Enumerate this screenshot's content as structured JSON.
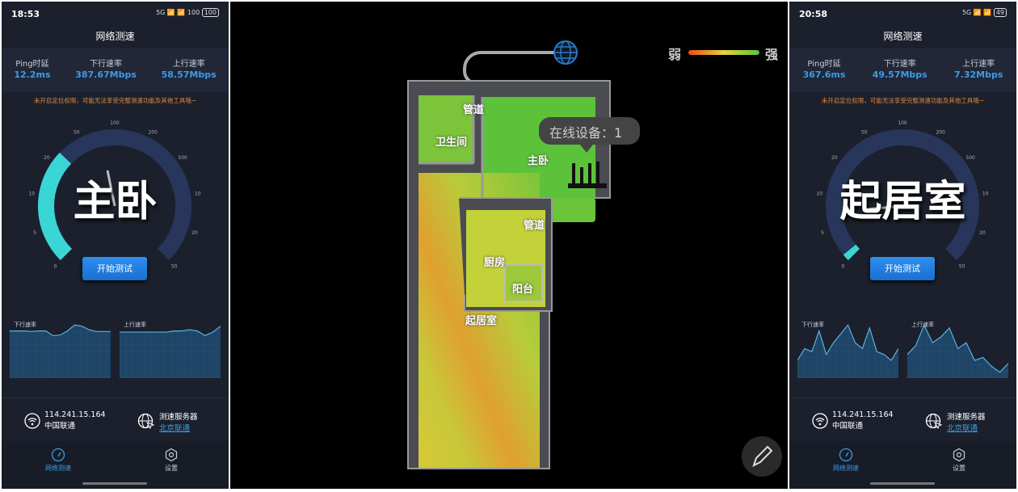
{
  "phones": [
    {
      "time": "18:53",
      "status_icons": "5G 📶 📶 100",
      "battery": "100",
      "title": "网络测速",
      "stats": [
        {
          "label": "Ping时延",
          "value": "12.2ms"
        },
        {
          "label": "下行速率",
          "value": "387.67Mbps"
        },
        {
          "label": "上行速率",
          "value": "58.57Mbps"
        }
      ],
      "warning": "未开启定位权限，可能无法享受完整测速功能及其他工具哦~",
      "room": "主卧",
      "gauge_fill": 0.33,
      "gauge_ticks": [
        "0",
        "5",
        "10",
        "20",
        "50",
        "100",
        "200",
        "500",
        "10",
        "20",
        "50"
      ],
      "start_button": "开始测试",
      "chart_down_label": "下行速率",
      "chart_up_label": "上行速率",
      "down_series": [
        0.8,
        0.8,
        0.8,
        0.79,
        0.8,
        0.8,
        0.72,
        0.73,
        0.8,
        0.9,
        0.88,
        0.82,
        0.79,
        0.79,
        0.79
      ],
      "up_series": [
        0.78,
        0.78,
        0.78,
        0.78,
        0.78,
        0.78,
        0.78,
        0.8,
        0.8,
        0.82,
        0.8,
        0.72,
        0.78,
        0.88
      ],
      "ip": "114.241.15.164",
      "isp": "中国联通",
      "server_label": "测速服务器",
      "server": "北京联通",
      "tab_speed": "网络测速",
      "tab_settings": "设置"
    },
    {
      "time": "20:58",
      "status_icons": "5G 📶 📶",
      "battery": "49",
      "title": "网络测速",
      "stats": [
        {
          "label": "Ping时延",
          "value": "367.6ms"
        },
        {
          "label": "下行速率",
          "value": "49.57Mbps"
        },
        {
          "label": "上行速率",
          "value": "7.32Mbps"
        }
      ],
      "warning": "未开启定位权限，可能无法享受完整测速功能及其他工具哦~",
      "room": "起居室",
      "gauge_fill": 0.02,
      "gauge_ticks": [
        "0",
        "5",
        "10",
        "20",
        "50",
        "100",
        "200",
        "500",
        "10",
        "20",
        "50"
      ],
      "start_button": "开始测试",
      "chart_down_label": "下行速率",
      "chart_up_label": "上行速率",
      "down_series": [
        0.3,
        0.5,
        0.45,
        0.8,
        0.4,
        0.6,
        0.75,
        0.9,
        0.6,
        0.5,
        0.85,
        0.45,
        0.4,
        0.3,
        0.5
      ],
      "up_series": [
        0.4,
        0.55,
        0.9,
        0.6,
        0.7,
        0.85,
        0.5,
        0.6,
        0.3,
        0.35,
        0.2,
        0.1,
        0.25
      ],
      "ip": "114.241.15.164",
      "isp": "中国联通",
      "server_label": "测速服务器",
      "server": "北京联通",
      "tab_speed": "网络测速",
      "tab_settings": "设置"
    }
  ],
  "map": {
    "legend_weak": "弱",
    "legend_strong": "强",
    "tooltip": "在线设备：1",
    "rooms": {
      "pipe1": "管道",
      "bath": "卫生间",
      "master": "主卧",
      "pipe2": "管道",
      "kitchen": "厨房",
      "balcony": "阳台",
      "living": "起居室"
    },
    "colors": {
      "weak": "#e84a1c",
      "mid": "#e8d43a",
      "strong": "#5cc23a"
    }
  }
}
